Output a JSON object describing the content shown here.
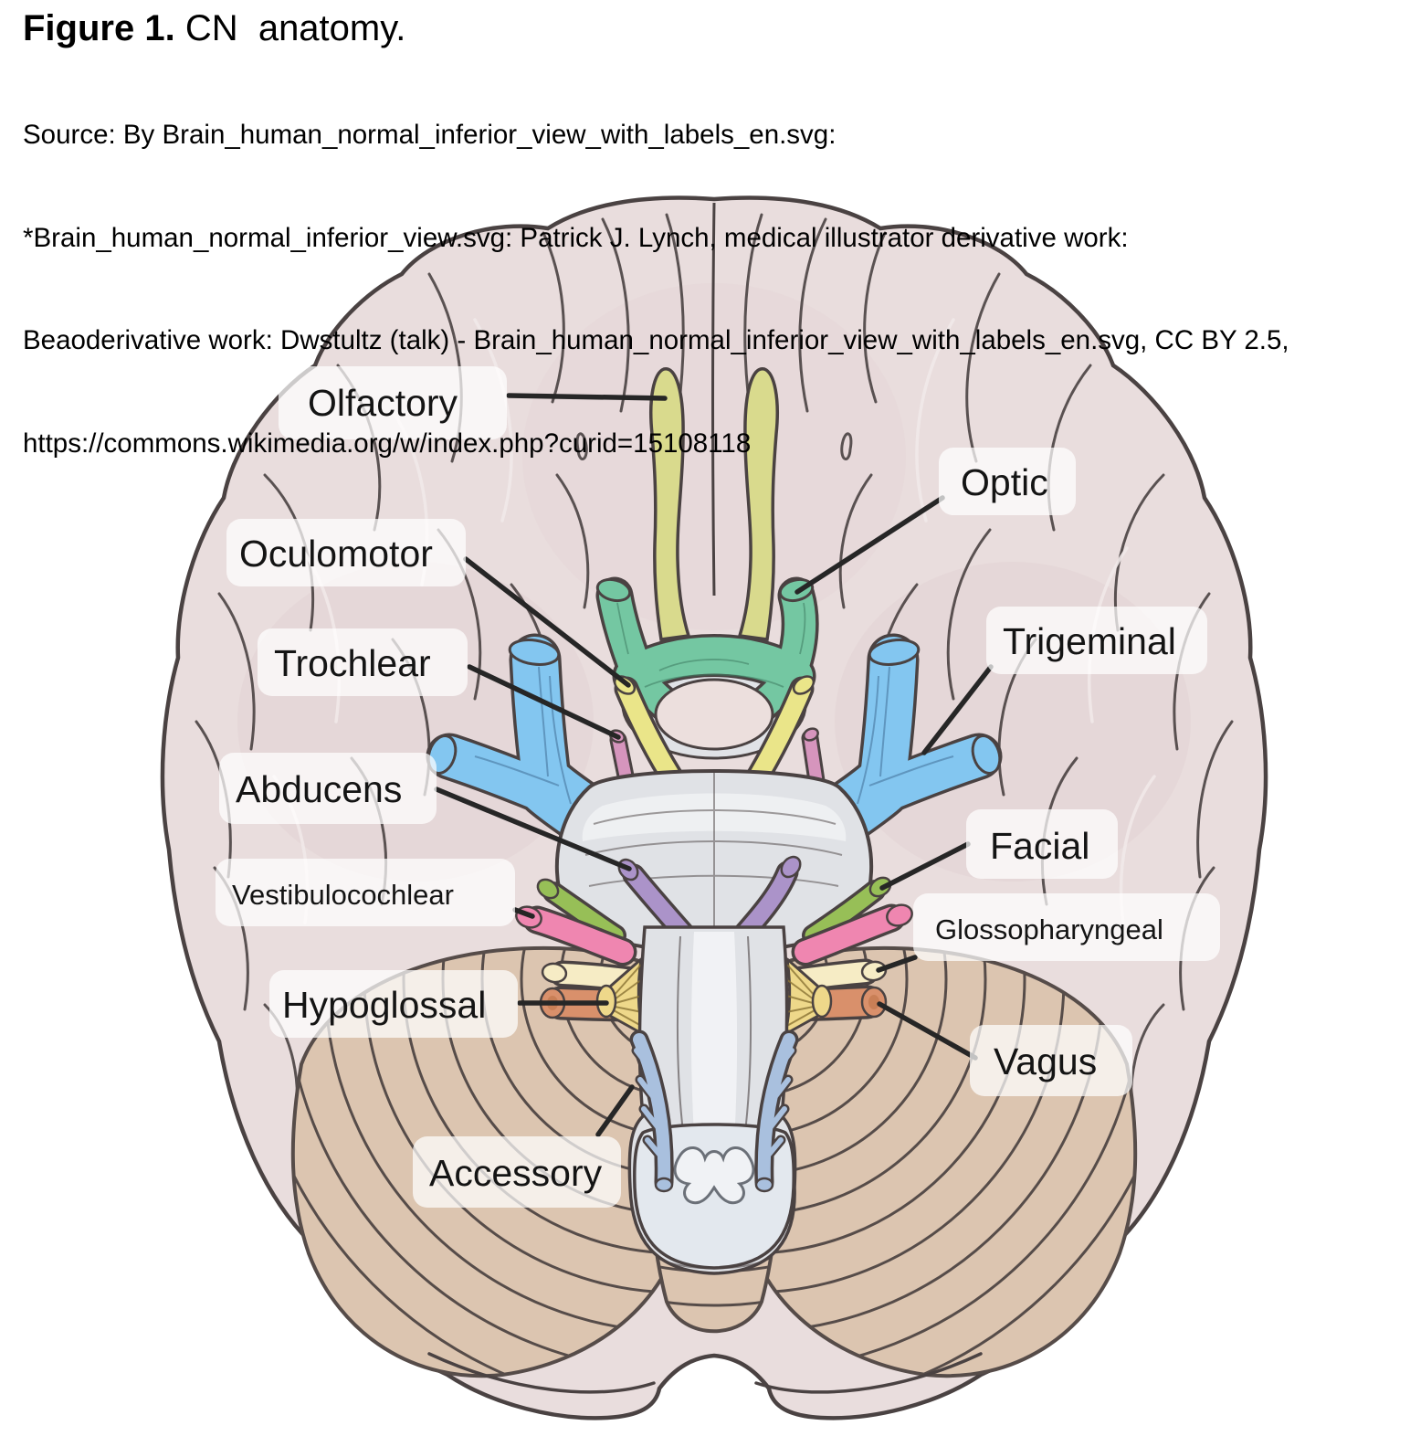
{
  "figure": {
    "title_bold": "Figure 1.",
    "title_rest": " CN  anatomy.",
    "source_lines": [
      "Source: By Brain_human_normal_inferior_view_with_labels_en.svg:",
      "*Brain_human_normal_inferior_view.svg: Patrick J. Lynch, medical illustrator derivative work:",
      "Beaoderivative work: Dwstultz (talk) - Brain_human_normal_inferior_view_with_labels_en.svg, CC BY 2.5,",
      "https://commons.wikimedia.org/w/index.php?curid=15108118"
    ]
  },
  "diagram": {
    "description": "Inferior view of the human brain with cranial nerves highlighted",
    "colors": {
      "brain": "#e9dddd",
      "brain_shade": "#e2d2d3",
      "outline": "#4a4242",
      "cerebellum": "#dcc5b0",
      "brainstem": "#e0e2e6",
      "brainstem_highlight": "#f3f4f6",
      "cord": "#e3e8ee",
      "oval": "#ecdfdd",
      "label_bg": "#ffffff",
      "leader": "#262626"
    },
    "nerves": [
      {
        "label": "Olfactory",
        "color": "#d9da8d"
      },
      {
        "label": "Optic",
        "color": "#74c7a2"
      },
      {
        "label": "Oculomotor",
        "color": "#eae589"
      },
      {
        "label": "Trochlear",
        "color": "#d695bd"
      },
      {
        "label": "Trigeminal",
        "color": "#83c6f0"
      },
      {
        "label": "Abducens",
        "color": "#ab93c9"
      },
      {
        "label": "Facial",
        "color": "#97bf57"
      },
      {
        "label": "Vestibulocochlear",
        "color": "#ef86b0"
      },
      {
        "label": "Glossopharyngeal",
        "color": "#f6ecc5"
      },
      {
        "label": "Vagus",
        "color": "#d9906b"
      },
      {
        "label": "Accessory",
        "color": "#a9c0de"
      },
      {
        "label": "Hypoglossal",
        "color": "#eed88a"
      }
    ]
  }
}
